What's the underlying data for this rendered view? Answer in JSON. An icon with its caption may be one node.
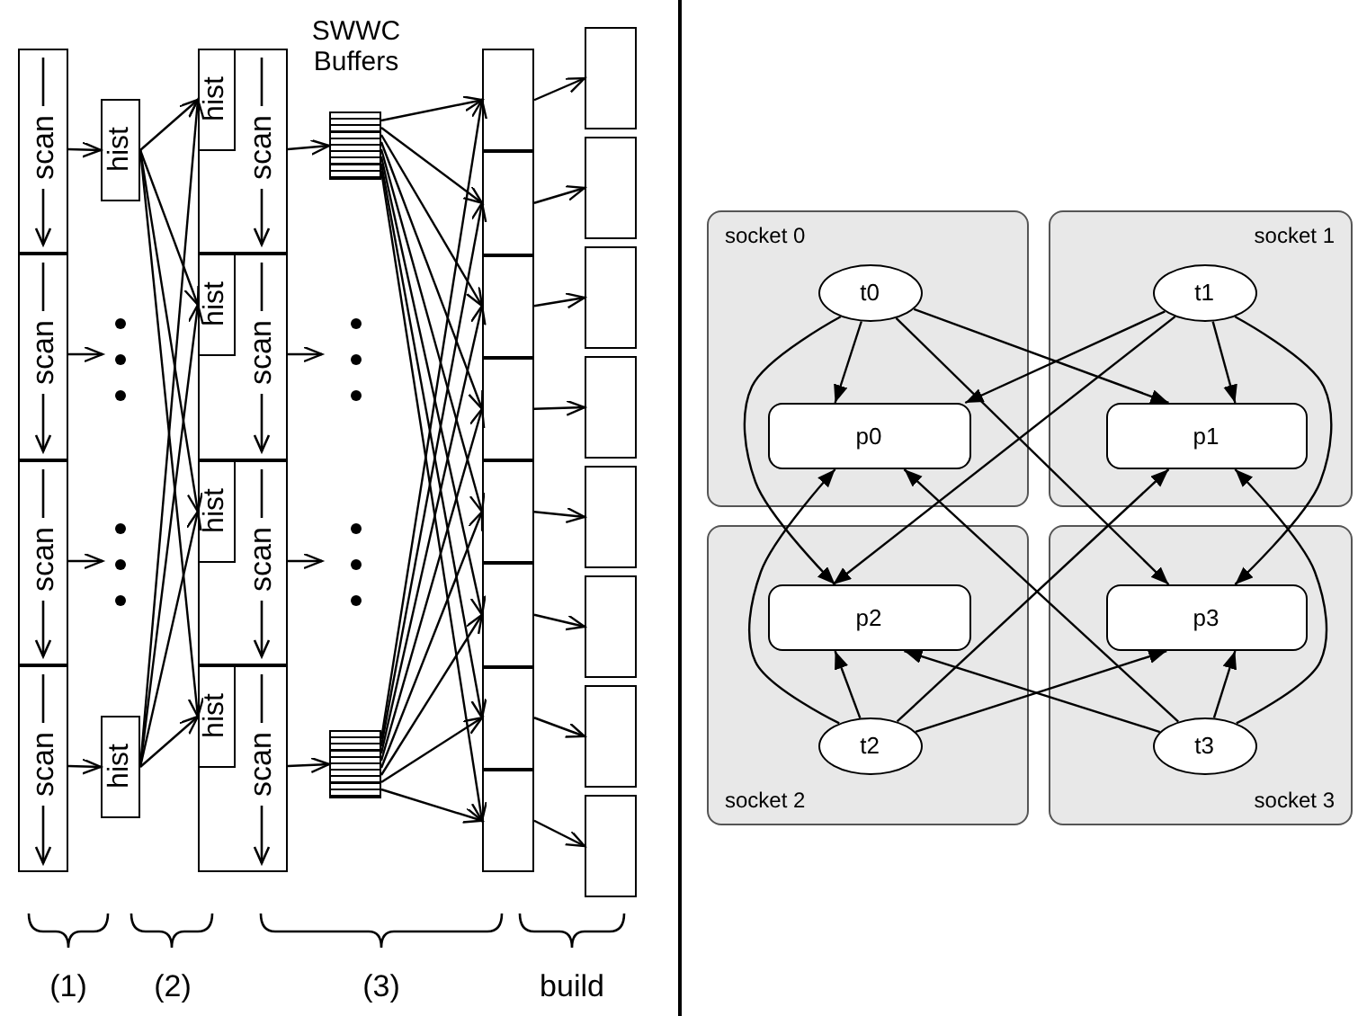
{
  "diagram": {
    "nodes": [
      {
        "text": [
          "scan"
        ]
      },
      {
        "text": [
          "scan"
        ]
      },
      {
        "text": [
          "scan"
        ]
      },
      {
        "text": [
          "scan"
        ]
      },
      {
        "text": [
          "hist"
        ]
      },
      {
        "text": [
          "hist"
        ]
      },
      {
        "text": [
          "scan"
        ]
      },
      {
        "text": [
          "hist"
        ],
        "in": 6
      },
      {
        "text": [
          "scan"
        ]
      },
      {
        "text": [
          "hist"
        ],
        "in": 8
      },
      {
        "text": [
          "scan"
        ]
      },
      {
        "text": [
          "hist"
        ],
        "in": 10
      },
      {
        "text": [
          "scan"
        ]
      },
      {
        "text": [
          "hist"
        ],
        "in": 12
      },
      {
        "text": [],
        "shape": "box"
      },
      {
        "text": [],
        "shape": "box"
      },
      {
        "text": [],
        "shape": "box"
      },
      {
        "text": [],
        "shape": "box"
      },
      {
        "text": [],
        "shape": "box"
      },
      {
        "text": [],
        "shape": "box"
      },
      {
        "text": [],
        "shape": "box"
      },
      {
        "text": [],
        "shape": "box"
      },
      {
        "text": [],
        "shape": "box"
      },
      {
        "text": [],
        "shape": "box"
      },
      {
        "text": [],
        "shape": "box"
      },
      {
        "text": [],
        "shape": "box"
      },
      {
        "text": [],
        "shape": "box"
      },
      {
        "text": [],
        "shape": "box"
      },
      {
        "text": [],
        "shape": "box"
      },
      {
        "text": [],
        "shape": "box"
      },
      {
        "text": [],
        "shape": "box"
      },
      {
        "text": [],
        "shape": "box"
      },
      {
        "text": [
          "socket 0"
        ]
      },
      {
        "text": [
          "t0"
        ],
        "in": 32
      },
      {
        "text": [
          "p0"
        ],
        "in": 32
      },
      {
        "text": [
          "socket 1"
        ]
      },
      {
        "text": [
          "t1"
        ],
        "in": 35
      },
      {
        "text": [
          "p1"
        ],
        "in": 35
      },
      {
        "text": [
          "socket 2"
        ]
      },
      {
        "text": [
          "p2"
        ],
        "in": 38
      },
      {
        "text": [
          "t2"
        ],
        "in": 38
      },
      {
        "text": [
          "socket 3"
        ]
      },
      {
        "text": [
          "p3"
        ],
        "in": 41
      },
      {
        "text": [
          "t3"
        ],
        "in": 41
      }
    ],
    "edges": [
      {
        "from": 0,
        "to": 4,
        "arrow": "to"
      },
      {
        "from": 1,
        "to": null,
        "arrow": "to"
      },
      {
        "from": 2,
        "to": null,
        "arrow": "to"
      },
      {
        "from": 3,
        "to": 5,
        "arrow": "to"
      },
      {
        "from": 4,
        "to": 7,
        "arrow": "to"
      },
      {
        "from": 4,
        "to": 9,
        "arrow": "to"
      },
      {
        "from": 4,
        "to": 11,
        "arrow": "to"
      },
      {
        "from": 4,
        "to": 13,
        "arrow": "to"
      },
      {
        "from": 5,
        "to": 7,
        "arrow": "to"
      },
      {
        "from": 5,
        "to": 9,
        "arrow": "to"
      },
      {
        "from": 5,
        "to": 11,
        "arrow": "to"
      },
      {
        "from": 5,
        "to": 13,
        "arrow": "to"
      },
      {
        "from": 6,
        "to": 14,
        "arrow": "to"
      },
      {
        "from": 8,
        "to": null,
        "arrow": "to"
      },
      {
        "from": 10,
        "to": null,
        "arrow": "to"
      },
      {
        "from": 12,
        "to": 15,
        "arrow": "to"
      },
      {
        "from": 14,
        "to": 16,
        "arrow": "to"
      },
      {
        "from": 14,
        "to": 17,
        "arrow": "to"
      },
      {
        "from": 14,
        "to": 18,
        "arrow": "to"
      },
      {
        "from": 14,
        "to": 19,
        "arrow": "to"
      },
      {
        "from": 14,
        "to": 20,
        "arrow": "to"
      },
      {
        "from": 14,
        "to": 21,
        "arrow": "to"
      },
      {
        "from": 14,
        "to": 22,
        "arrow": "to"
      },
      {
        "from": 14,
        "to": 23,
        "arrow": "to"
      },
      {
        "from": 15,
        "to": 16,
        "arrow": "to"
      },
      {
        "from": 15,
        "to": 17,
        "arrow": "to"
      },
      {
        "from": 15,
        "to": 18,
        "arrow": "to"
      },
      {
        "from": 15,
        "to": 19,
        "arrow": "to"
      },
      {
        "from": 15,
        "to": 20,
        "arrow": "to"
      },
      {
        "from": 15,
        "to": 21,
        "arrow": "to"
      },
      {
        "from": 15,
        "to": 22,
        "arrow": "to"
      },
      {
        "from": 15,
        "to": 23,
        "arrow": "to"
      },
      {
        "from": 16,
        "to": 24,
        "arrow": "to"
      },
      {
        "from": 17,
        "to": 25,
        "arrow": "to"
      },
      {
        "from": 18,
        "to": 26,
        "arrow": "to"
      },
      {
        "from": 19,
        "to": 27,
        "arrow": "to"
      },
      {
        "from": 20,
        "to": 28,
        "arrow": "to"
      },
      {
        "from": 21,
        "to": 29,
        "arrow": "to"
      },
      {
        "from": 22,
        "to": 30,
        "arrow": "to"
      },
      {
        "from": 23,
        "to": 31,
        "arrow": "to"
      },
      {
        "from": 33,
        "to": 34,
        "arrow": "to"
      },
      {
        "from": 33,
        "to": 37,
        "arrow": "to"
      },
      {
        "from": 33,
        "to": 39,
        "arrow": "to"
      },
      {
        "from": 33,
        "to": 42,
        "arrow": "to"
      },
      {
        "from": 36,
        "to": 34,
        "arrow": "to"
      },
      {
        "from": 36,
        "to": 37,
        "arrow": "to"
      },
      {
        "from": 36,
        "to": 39,
        "arrow": "to"
      },
      {
        "from": 36,
        "to": 42,
        "arrow": "to"
      },
      {
        "from": 40,
        "to": 34,
        "arrow": "to"
      },
      {
        "from": 40,
        "to": 37,
        "arrow": "to"
      },
      {
        "from": 40,
        "to": 39,
        "arrow": "to"
      },
      {
        "from": 40,
        "to": 42,
        "arrow": "to"
      },
      {
        "from": 43,
        "to": 34,
        "arrow": "to"
      },
      {
        "from": 43,
        "to": 37,
        "arrow": "to"
      },
      {
        "from": 43,
        "to": 39,
        "arrow": "to"
      },
      {
        "from": 43,
        "to": 42,
        "arrow": "to"
      }
    ],
    "labels": [
      "SWWC Buffers",
      "(1)",
      "(2)",
      "(3)",
      "build"
    ]
  }
}
